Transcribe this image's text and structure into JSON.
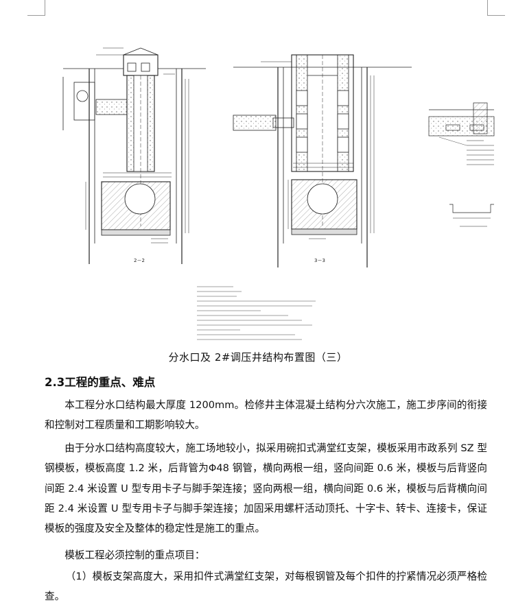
{
  "figure": {
    "caption": "分水口及 2#调压井结构布置图（三）",
    "left_section_label": "2－2",
    "right_section_label": "3－3"
  },
  "section": {
    "heading": "2.3工程的重点、难点"
  },
  "paragraphs": [
    "本工程分水口结构最大厚度 1200mm。检修井主体混凝土结构分六次施工，施工步序间的衔接和控制对工程质量和工期影响较大。",
    "由于分水口结构高度较大，施工场地较小，拟采用碗扣式满堂红支架，模板采用市政系列 SZ 型钢模板，模板高度 1.2 米，后背管为Φ48 钢管，横向两根一组，竖向间距 0.6 米，模板与后背竖向间距 2.4 米设置 U 型专用卡子与脚手架连接；竖向两根一组，横向间距 0.6 米，模板与后背横向间距 2.4 米设置 U 型专用卡子与脚手架连接；加固采用螺杆活动顶托、十字卡、转卡、连接卡，保证模板的强度及安全及整体的稳定性是施工的重点。",
    "模板工程必须控制的重点项目：",
    "（1）模板支架高度大，采用扣件式满堂红支架，对每根钢管及每个扣件的拧紧情况必须严格检查。"
  ]
}
